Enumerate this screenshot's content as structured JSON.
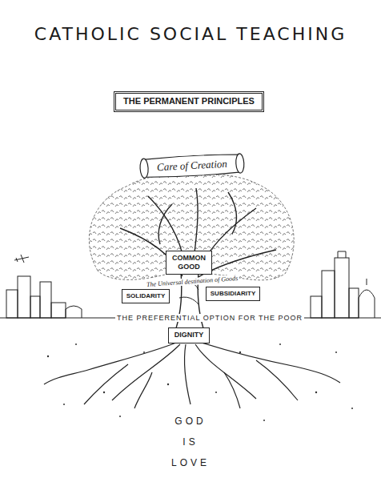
{
  "diagram": {
    "title": "CATHOLIC SOCIAL TEACHING",
    "nodes": [
      {
        "text": [
          "THE PERMANENT PRINCIPLES"
        ]
      },
      {
        "text": [
          "Care of Creation"
        ]
      },
      {
        "text": [
          "COMMON GOOD"
        ]
      },
      {
        "text": [
          "SOLIDARITY"
        ]
      },
      {
        "text": [
          "SUBSIDIARITY"
        ]
      },
      {
        "text": [
          "DIGNITY"
        ]
      }
    ],
    "labels": [
      "The Universal destination of Goods",
      "THE PREFERENTIAL OPTION FOR THE POOR",
      "GOD IS LOVE"
    ]
  }
}
